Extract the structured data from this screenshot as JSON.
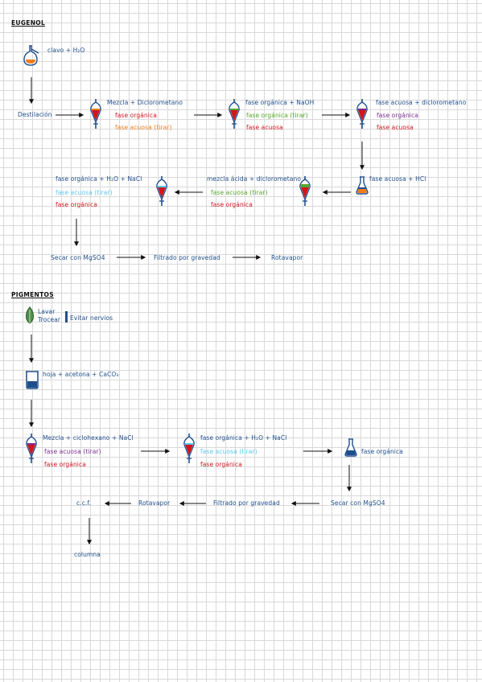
{
  "colors": {
    "blue": "#1f4e8c",
    "red": "#d0151d",
    "orange": "#ef7d1a",
    "green": "#55a62a",
    "purple": "#7a2c8e",
    "lightblue": "#5bc7ee",
    "black": "#111111"
  },
  "eugenol": {
    "heading": "EUGENOL",
    "clavo": "clavo + H₂O",
    "destilacion": "Destilación",
    "step1": {
      "title": "Mezcla + Diclorometano",
      "l1": "fase orgánica",
      "l2": "fase acuosa (tirar)"
    },
    "step2": {
      "title": "fase orgánica + NaOH",
      "l1": "fase orgánica (tirar)",
      "l2": "fase acuosa"
    },
    "step3": {
      "title": "fase acuosa + diclorometano",
      "l1": "fase orgánica",
      "l2": "fase acuosa"
    },
    "step4": {
      "title": "fase acuosa + HCl"
    },
    "step5": {
      "title": "mezcla ácida + diclorometano",
      "l1": "fase acuosa (tirar)",
      "l2": "fase orgánica"
    },
    "step6": {
      "title": "fase orgánica + H₂O + NaCl",
      "l1": "fase acuosa (tirar)",
      "l2": "fase orgánica"
    },
    "secar": "Secar con MgSO4",
    "filtrado": "Filtrado por gravedad",
    "rotavapor": "Rotavapor"
  },
  "pigmentos": {
    "heading": "PIGMENTOS",
    "lavar": "Lavar",
    "trocear": "Trocear",
    "evitar": "Evitar nervios",
    "hoja": "hoja + acetona + CaCO₃",
    "step1": {
      "title": "Mezcla + ciclohexano + NaCl",
      "l1": "fase acuosa (tirar)",
      "l2": "fase orgánica"
    },
    "step2": {
      "title": "fase orgánica + H₂O + NaCl",
      "l1": "fase acuosa (tirar)",
      "l2": "fase orgánica"
    },
    "step3": {
      "title": "fase orgánica"
    },
    "secar": "Secar con MgSO4",
    "filtrado": "Filtrado por gravedad",
    "rotavapor": "Rotavapor",
    "ccf": "c.c.f.",
    "columna": "columna"
  },
  "icons": [
    "flask-icon",
    "separatory-funnel-icon",
    "erlenmeyer-icon",
    "leaf-icon",
    "beaker-icon"
  ]
}
